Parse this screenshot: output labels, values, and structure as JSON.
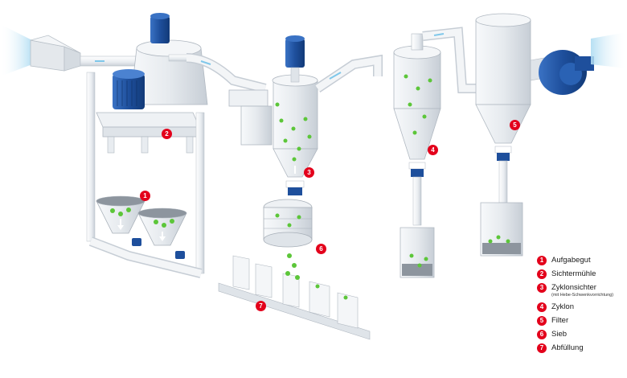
{
  "legend": [
    {
      "num": "1",
      "label": "Aufgabegut",
      "note": ""
    },
    {
      "num": "2",
      "label": "Sichtermühle",
      "note": ""
    },
    {
      "num": "3",
      "label": "Zyklonsichter",
      "note": "(mit Hebe-Schwenkvorrichtung)"
    },
    {
      "num": "4",
      "label": "Zyklon",
      "note": ""
    },
    {
      "num": "5",
      "label": "Filter",
      "note": ""
    },
    {
      "num": "6",
      "label": "Sieb",
      "note": ""
    },
    {
      "num": "7",
      "label": "Abfüllung",
      "note": ""
    }
  ],
  "markers": [
    "1",
    "2",
    "3",
    "4",
    "5",
    "6",
    "7"
  ],
  "colors": {
    "marker": "#e3001b",
    "motor": "#1e4f9c",
    "equipment": "#eef1f4",
    "pipe": "#f2f4f6",
    "particles": "#5cc639",
    "airflow": "#bfe3f5"
  }
}
